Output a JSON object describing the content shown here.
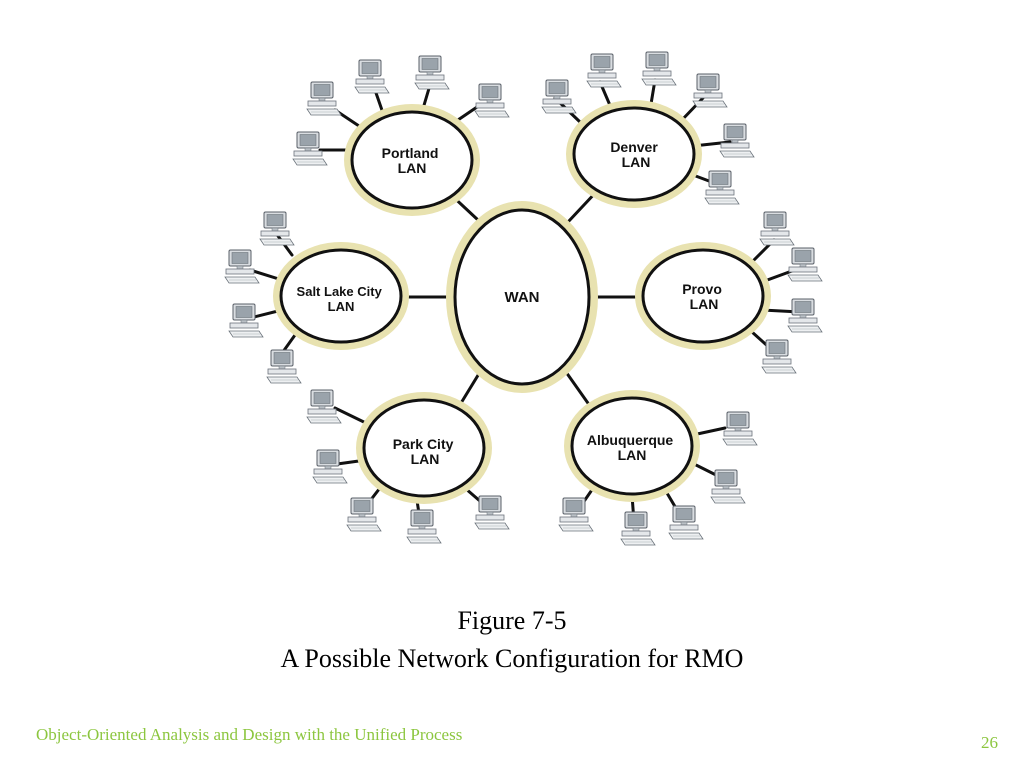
{
  "diagram": {
    "hub": {
      "label": "WAN"
    },
    "lans": [
      {
        "id": "portland",
        "lines": [
          "Portland",
          "LAN"
        ]
      },
      {
        "id": "denver",
        "lines": [
          "Denver",
          "LAN"
        ]
      },
      {
        "id": "salt-lake-city",
        "lines": [
          "Salt Lake City",
          "LAN"
        ]
      },
      {
        "id": "provo",
        "lines": [
          "Provo",
          "LAN"
        ]
      },
      {
        "id": "park-city",
        "lines": [
          "Park City",
          "LAN"
        ]
      },
      {
        "id": "albuquerque",
        "lines": [
          "Albuquerque",
          "LAN"
        ]
      }
    ],
    "colors": {
      "ring": "#e8e2b0",
      "outline": "#111111",
      "line": "#111111"
    },
    "icons": {
      "workstation": "desktop-computer-icon"
    }
  },
  "caption": {
    "figure": "Figure 7-5",
    "title": "A Possible Network Configuration for RMO"
  },
  "footer": {
    "course": "Object-Oriented Analysis and Design with the Unified Process",
    "page": "26",
    "color": "#8CC63F"
  }
}
